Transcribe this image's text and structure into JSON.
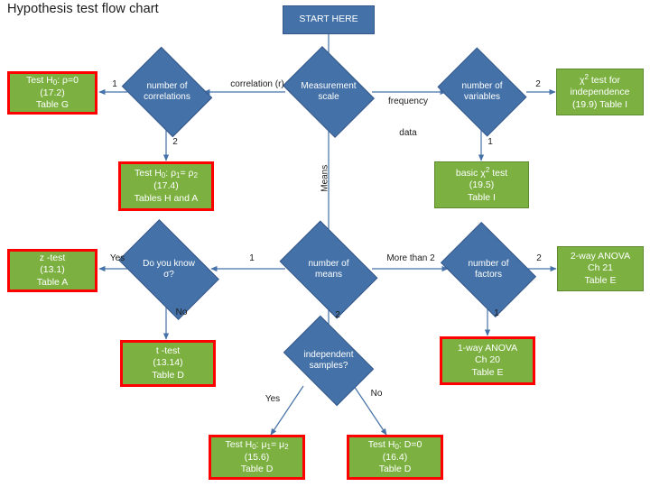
{
  "title": "Hypothesis test flow chart",
  "colors": {
    "green_fill": "#7cb142",
    "blue_fill": "#4472a8",
    "red_outline": "#ff0000",
    "arrow": "#4472a8",
    "text_dark": "#1a1a1a"
  },
  "nodes": {
    "start": {
      "label": "START HERE"
    },
    "measurement_scale": {
      "line1": "Measurement",
      "line2": "scale"
    },
    "number_of_correlations": {
      "line1": "number of",
      "line2": "correlations"
    },
    "number_of_variables": {
      "line1": "number  of",
      "line2": "variables"
    },
    "number_of_means": {
      "line1": "number  of",
      "line2": "means"
    },
    "number_of_factors": {
      "line1": "number  of",
      "line2": "factors"
    },
    "do_you_know_sigma": {
      "line1": "Do you know",
      "line2": "σ?"
    },
    "independent_samples": {
      "line1": "independent",
      "line2": "samples?"
    },
    "rho_zero": {
      "line1": "Test H0: ρ=0",
      "line2": "(17.2)",
      "line3": "Table G"
    },
    "rho1_rho2": {
      "line1": "Test H0: ρ1= ρ2",
      "line2": "(17.4)",
      "line3": "Tables H and A"
    },
    "chi2_independence": {
      "line1": "χ2 test for",
      "line2": "independence",
      "line3": "(19.9)  Table I"
    },
    "basic_chi2": {
      "line1": "basic  χ2 test",
      "line2": "(19.5)",
      "line3": "Table I"
    },
    "z_test": {
      "line1": "z -test",
      "line2": "(13.1)",
      "line3": "Table A"
    },
    "t_test": {
      "line1": "t -test",
      "line2": "(13.14)",
      "line3": "Table D"
    },
    "two_way_anova": {
      "line1": "2-way ANOVA",
      "line2": "Ch 21",
      "line3": "Table E"
    },
    "one_way_anova": {
      "line1": "1-way ANOVA",
      "line2": "Ch 20",
      "line3": "Table E"
    },
    "mu1_mu2": {
      "line1": "Test H0: μ1= μ2",
      "line2": "(15.6)",
      "line3": "Table D"
    },
    "d_zero": {
      "line1": "Test H0: D=0",
      "line2": "(16.4)",
      "line3": "Table D"
    }
  },
  "edge_labels": {
    "correlation_r": "correlation (r)",
    "corr_one": "1",
    "corr_two": "2",
    "frequency_data_l1": "frequency",
    "frequency_data_l2": "data",
    "vars_two": "2",
    "vars_one": "1",
    "means": "Means",
    "means_one": "1",
    "more_than_two": "More than 2",
    "means_two": "2",
    "factors_two": "2",
    "factors_one": "1",
    "yes_sigma": "Yes",
    "no_sigma": "No",
    "yes_indep": "Yes",
    "no_indep": "No"
  }
}
